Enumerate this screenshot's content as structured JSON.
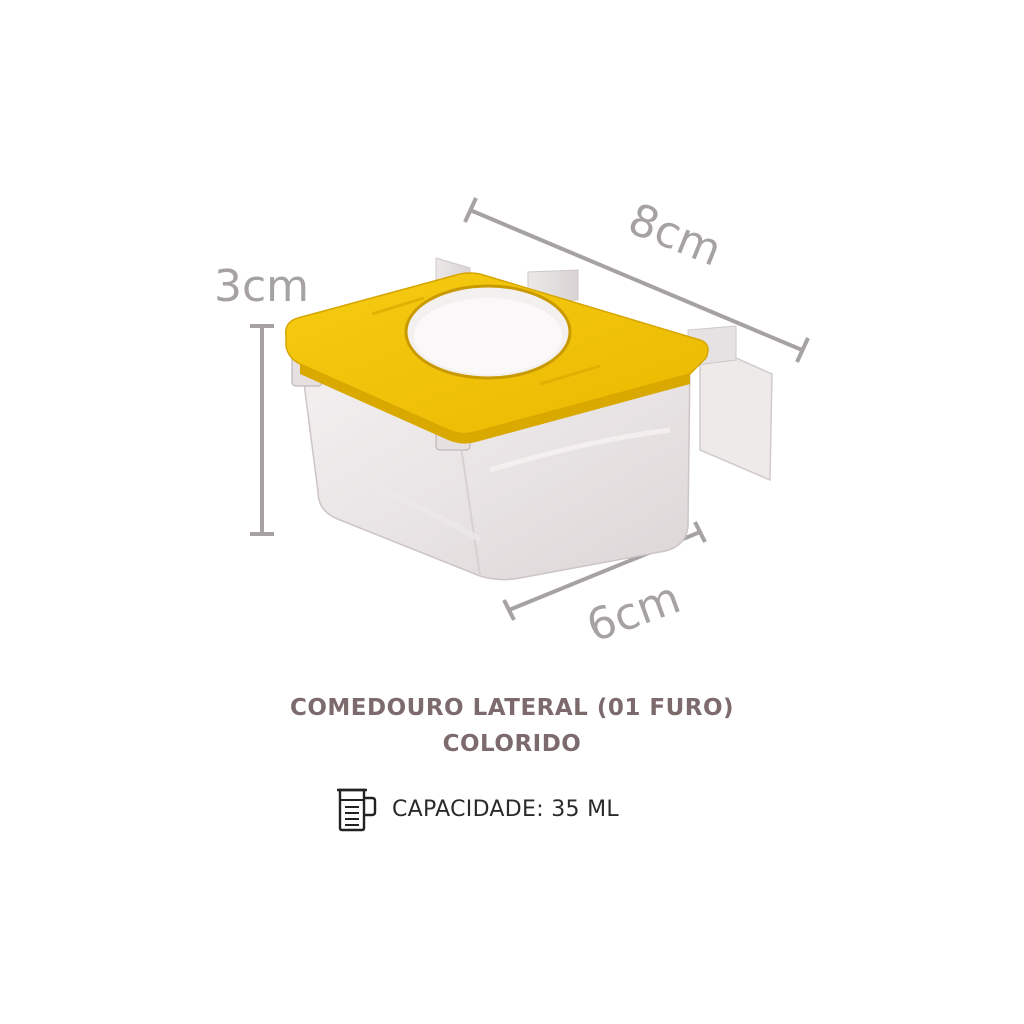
{
  "dimensions": {
    "height_label": "3cm",
    "length_label": "8cm",
    "width_label": "6cm"
  },
  "product": {
    "title_line1": "COMEDOURO LATERAL (01 FURO)",
    "title_line2": "COLORIDO",
    "capacity_icon": "measuring-jug-icon",
    "capacity_text": "CAPACIDADE: 35 ML"
  },
  "colors": {
    "lid": "#f2c200",
    "title": "#7d6a6d",
    "dimension_lines": "#a6a2a3"
  }
}
